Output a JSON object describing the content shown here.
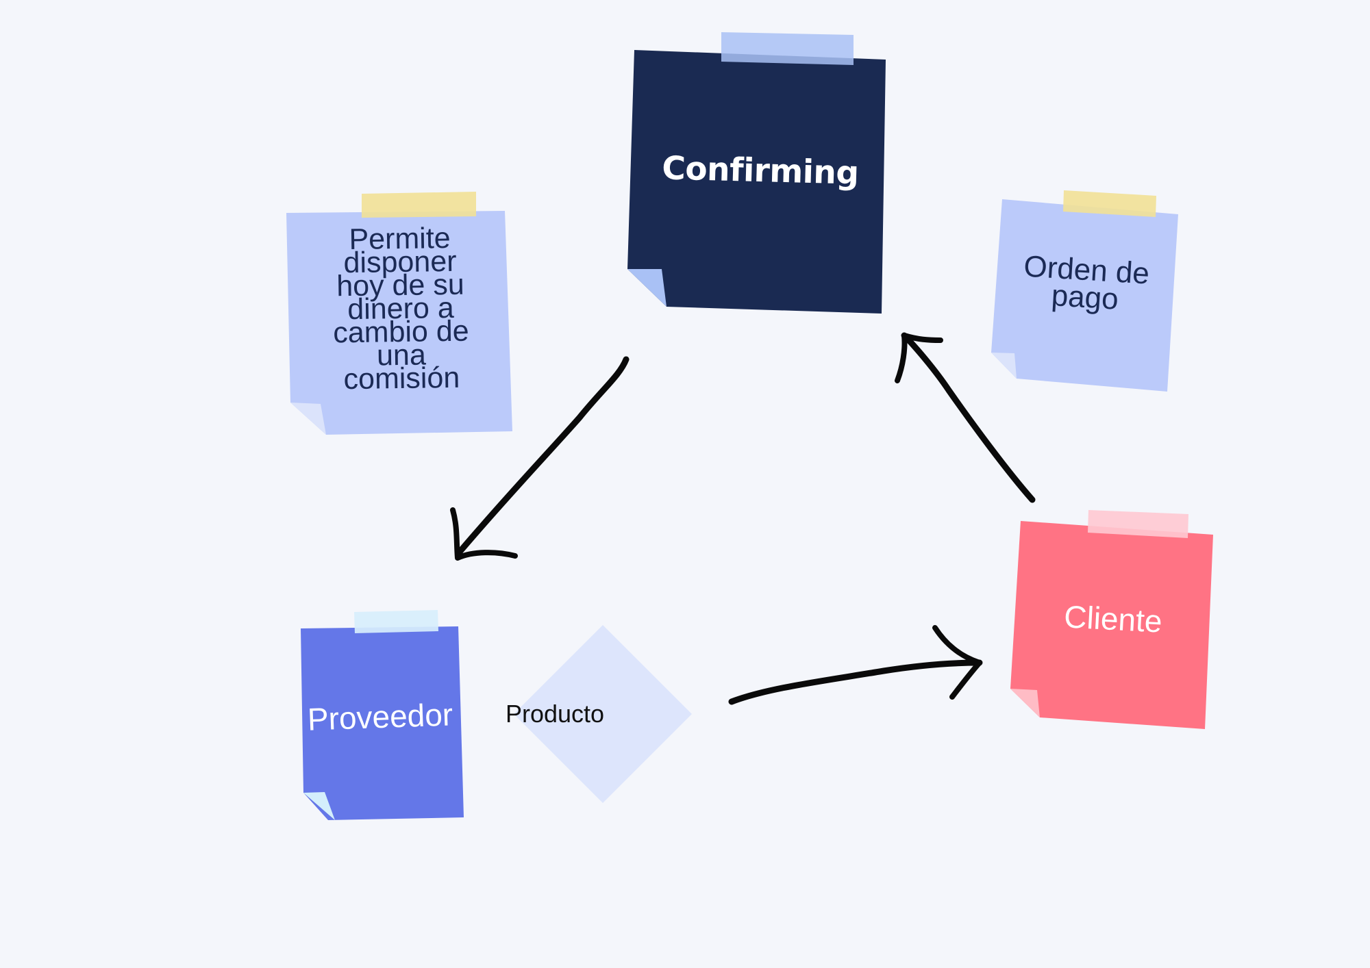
{
  "diagram": {
    "title": "Confirming",
    "nodes": [
      {
        "id": "confirming",
        "label": "Confirming",
        "kind": "sticky-note",
        "color": "#1a2a52",
        "text_color": "#ffffff",
        "tape_color": "#a9c1f5",
        "fold_color": "#a9c1f5"
      },
      {
        "id": "permite",
        "label": "Permite\ndisponer\nhoy de su\ndinero a\ncambio de\nuna\ncomisión",
        "kind": "sticky-note",
        "color": "#bbcafa",
        "text_color": "#1b2a55",
        "tape_color": "#f2e196",
        "fold_color": "#dbe3fb"
      },
      {
        "id": "orden",
        "label": "Orden de\npago",
        "kind": "sticky-note",
        "color": "#bbcafa",
        "text_color": "#1b2a55",
        "tape_color": "#f2e196",
        "fold_color": "#dbe3fb"
      },
      {
        "id": "cliente",
        "label": "Cliente",
        "kind": "sticky-note",
        "color": "#ff7384",
        "text_color": "#ffffff",
        "tape_color": "#ffc9d1",
        "fold_color": "#ffbcc5"
      },
      {
        "id": "proveedor",
        "label": "Proveedor",
        "kind": "sticky-note",
        "color": "#6477e8",
        "text_color": "#ffffff",
        "tape_color": "#d7eefc",
        "fold_color": "#d4effc"
      },
      {
        "id": "producto",
        "label": "Producto",
        "kind": "diamond",
        "color": "#dde5fc",
        "text_color": "#111111"
      }
    ],
    "edges": [
      {
        "from": "confirming",
        "to": "proveedor",
        "style": "hand-drawn-arrow",
        "color": "#0a0a0a"
      },
      {
        "from": "producto",
        "to": "cliente",
        "style": "hand-drawn-arrow",
        "color": "#0a0a0a"
      },
      {
        "from": "cliente",
        "to": "confirming",
        "style": "hand-drawn-arrow",
        "color": "#0a0a0a"
      }
    ],
    "background": "#f4f6fb"
  }
}
